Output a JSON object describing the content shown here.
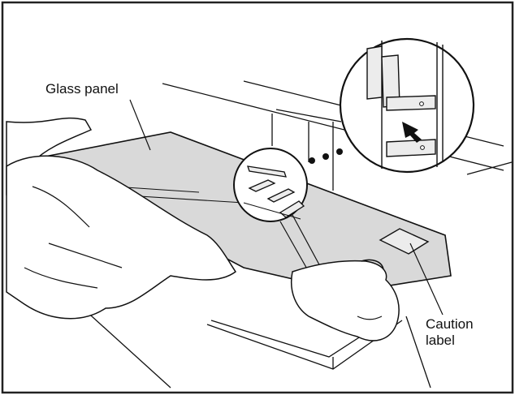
{
  "diagram": {
    "callouts": {
      "glass_panel": "Glass panel",
      "caution_label_line1": "Caution",
      "caution_label_line2": "label"
    },
    "colors": {
      "panel_fill": "#d9d9d9",
      "line": "#111111",
      "background": "#ffffff",
      "frame": "#222222"
    }
  }
}
